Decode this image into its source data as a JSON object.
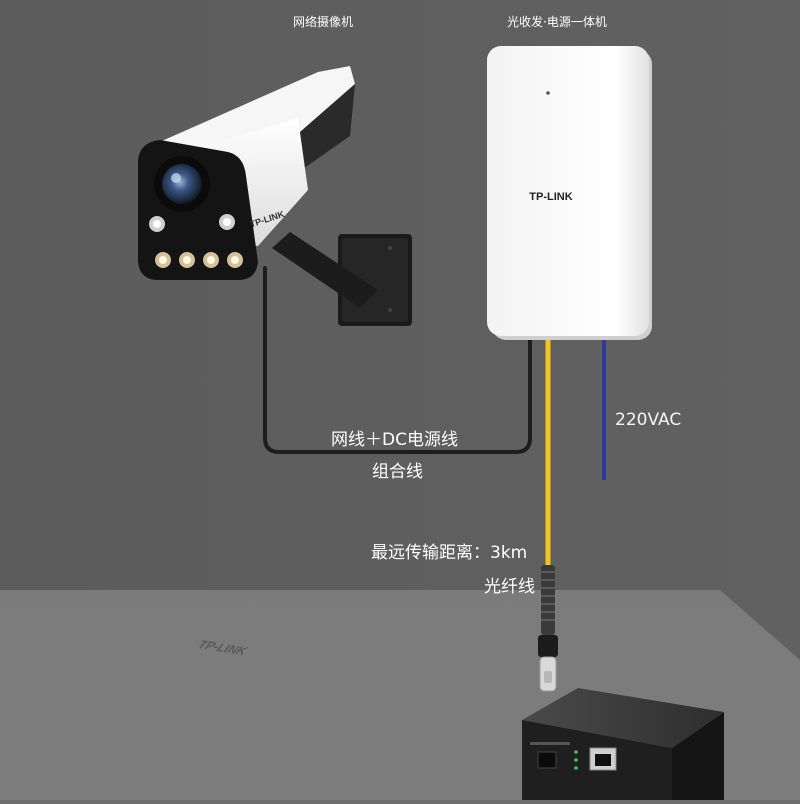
{
  "labels": {
    "camera": "网络摄像机",
    "converter_box": "光收发·电源一体机",
    "cable_line1": "网线＋DC电源线",
    "cable_line2": "组合线",
    "voltage": "220VAC",
    "distance": "最远传输距离：3km",
    "fiber": "光纤线"
  },
  "brand": {
    "camera_logo": "TP-LINK",
    "box_logo": "TP-LINK",
    "switch_logo": "TP-LINK"
  },
  "colors": {
    "wall": "#5e5e5e",
    "floor": "#6e6e6e",
    "fiber": "#f2c61f",
    "power_cable": "#2c3a9c",
    "combo_cable": "#1e1e1e"
  }
}
